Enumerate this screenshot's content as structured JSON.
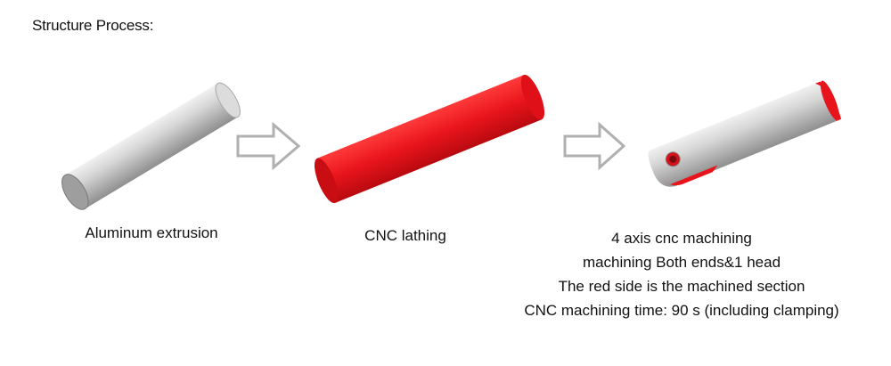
{
  "heading": "Structure Process:",
  "steps": [
    {
      "label": "Aluminum extrusion"
    },
    {
      "label": "CNC lathing"
    },
    {
      "lines": [
        "4 axis cnc machining",
        "machining Both ends&1 head",
        "The red side is the machined section",
        "CNC machining time: 90 s (including clamping)"
      ]
    }
  ],
  "colors": {
    "raw_aluminum": "#c8c8c8",
    "machined_red": "#e8141b",
    "arrow_outline": "#b0b0b0"
  },
  "icons": [
    "aluminum-bar-icon",
    "arrow-right-icon",
    "red-bar-icon",
    "arrow-right-icon",
    "machined-part-icon"
  ]
}
